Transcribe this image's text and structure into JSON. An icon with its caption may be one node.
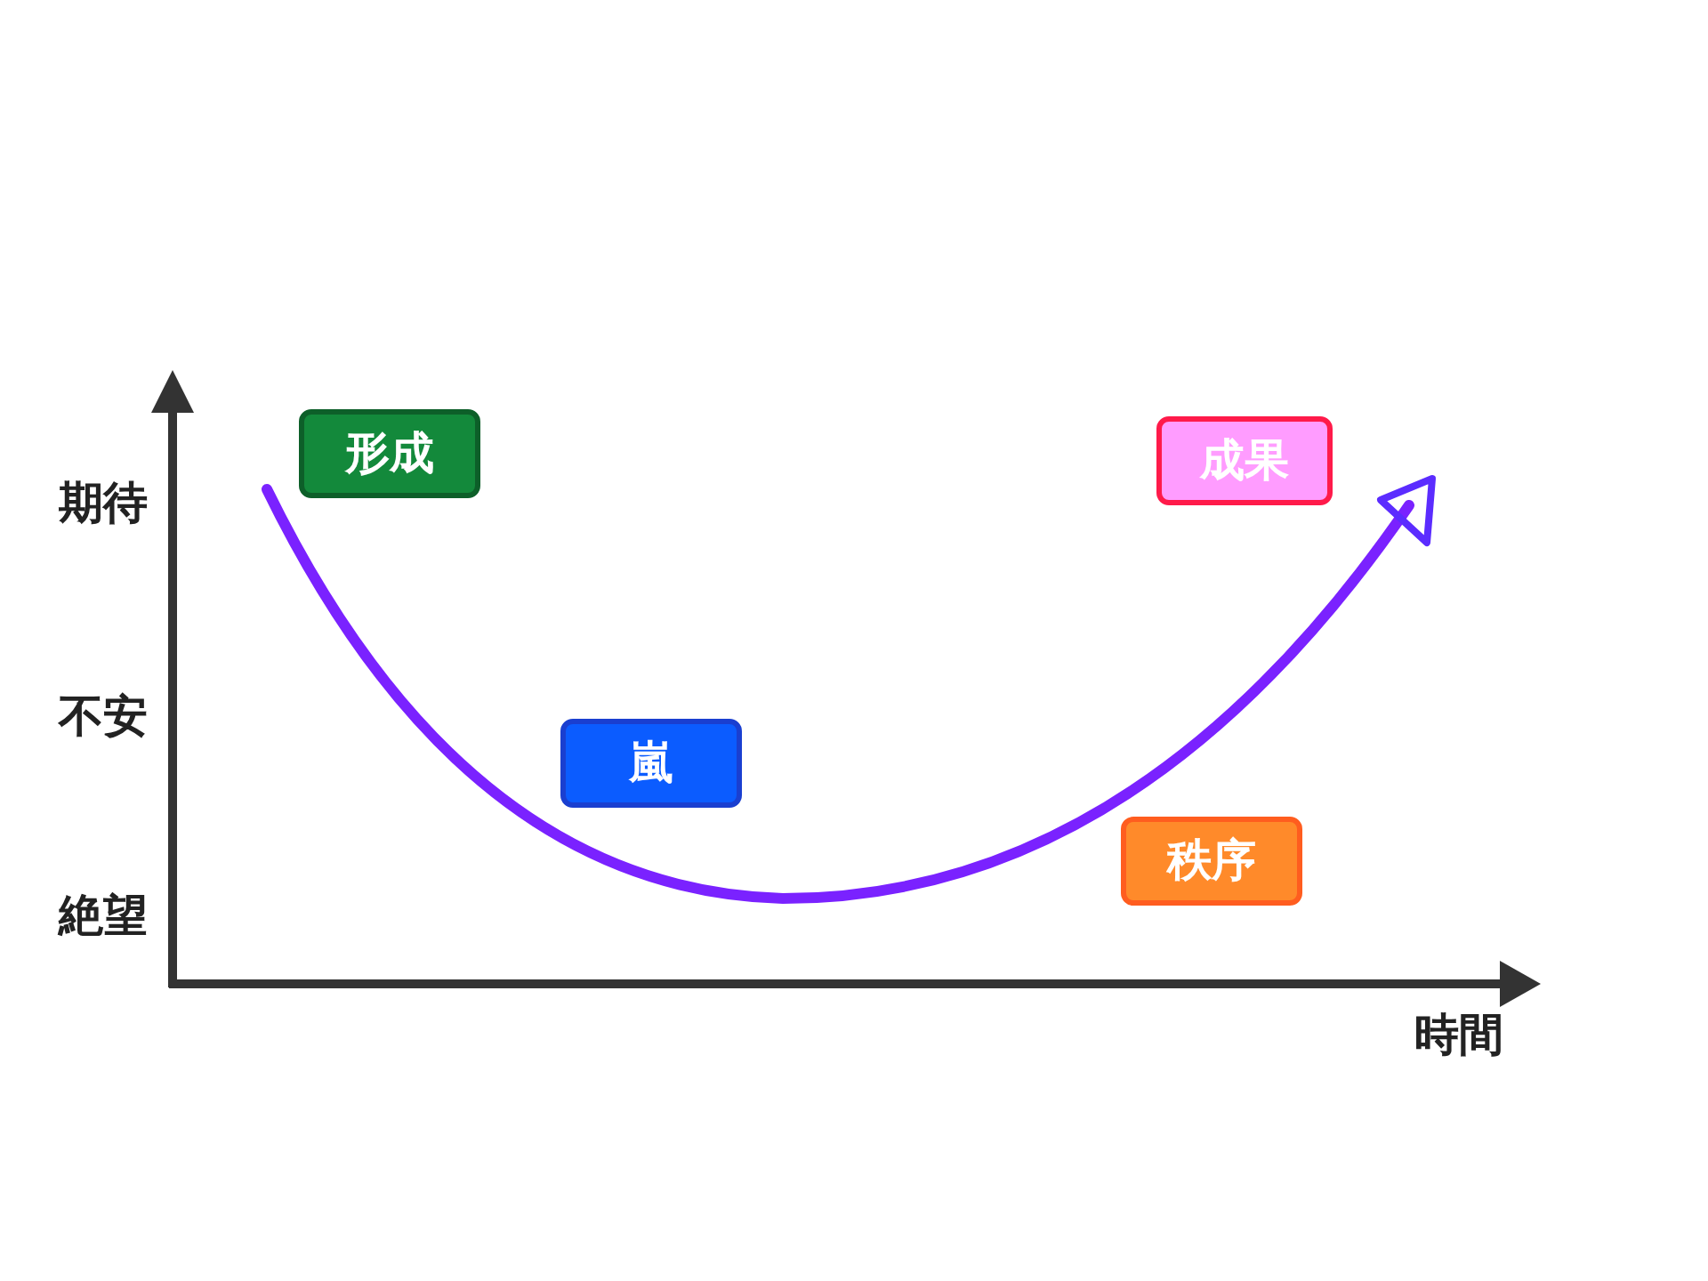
{
  "diagram": {
    "nodes": [
      {
        "text": [
          "形成"
        ]
      },
      {
        "text": [
          "嵐"
        ]
      },
      {
        "text": [
          "秩序"
        ]
      },
      {
        "text": [
          "成果"
        ]
      }
    ],
    "labels": [
      "期待",
      "不安",
      "絶望",
      "時間"
    ]
  }
}
